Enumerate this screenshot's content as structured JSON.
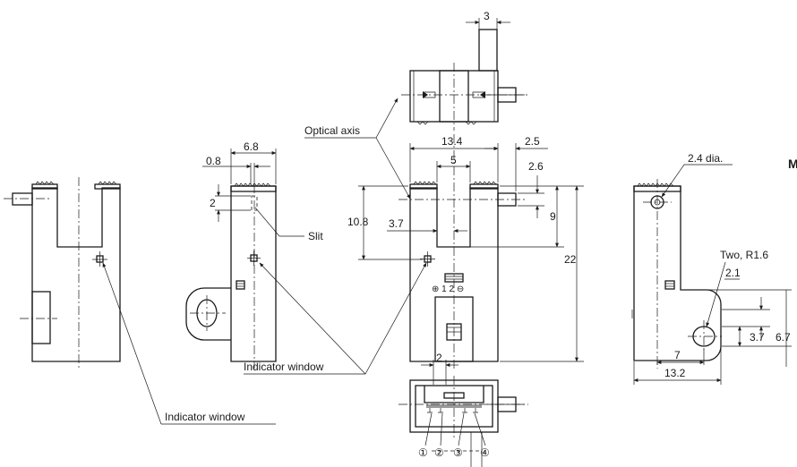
{
  "labels": {
    "optical_axis": "Optical axis",
    "slit": "Slit",
    "indicator_window_center": "Indicator window",
    "indicator_window_left": "Indicator window",
    "dia_24": "2.4 dia.",
    "two_r16": "Two, R1.6",
    "cut_letter": "M",
    "terminal_symbols": "⊕ 1 2 ⊖"
  },
  "dims": {
    "d3": "3",
    "d68": "6.8",
    "d08": "0.8",
    "d2_slit": "2",
    "d134": "13.4",
    "d25": "2.5",
    "d5": "5",
    "d26": "2.6",
    "d108": "10.8",
    "d37_front": "3.7",
    "d9": "9",
    "d22": "22",
    "d2_bottom": "2",
    "d21": "2.1",
    "d37_right": "3.7",
    "d67": "6.7",
    "d7": "7",
    "d132": "13.2"
  },
  "pins": [
    "①",
    "②",
    "③",
    "④"
  ]
}
